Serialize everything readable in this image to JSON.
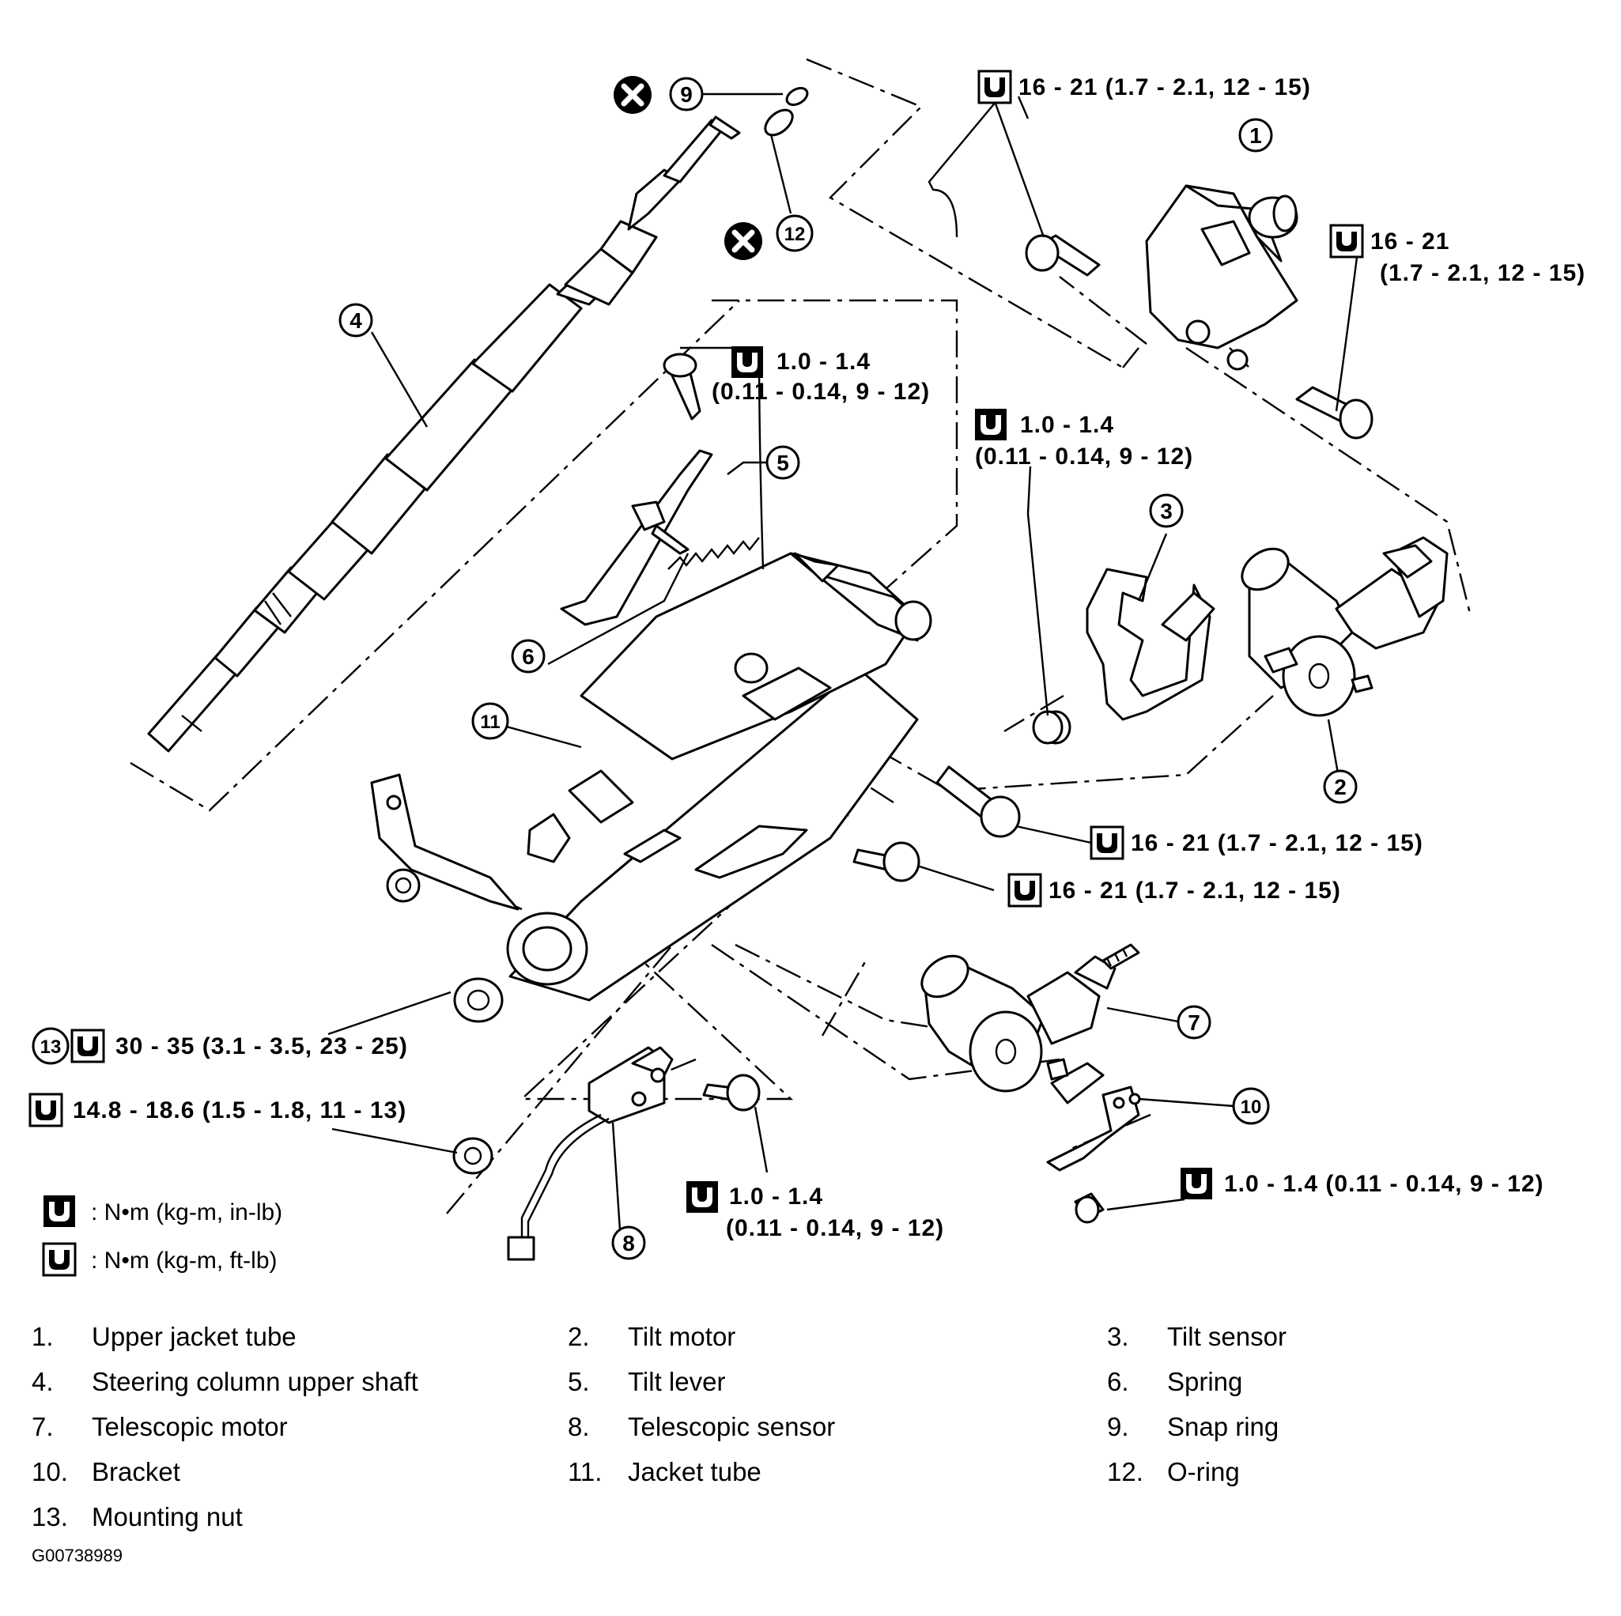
{
  "torque_specs": {
    "t_part1_top": "16 - 21 (1.7 - 2.1, 12 - 15)",
    "t_part1_right_a": "16 - 21",
    "t_part1_right_b": "(1.7 - 2.1, 12 - 15)",
    "t_tilt_lever_a": "1.0 - 1.4",
    "t_tilt_lever_b": "(0.11 - 0.14, 9 - 12)",
    "t_sensor3_a": "1.0 - 1.4",
    "t_sensor3_b": "(0.11 - 0.14, 9 - 12)",
    "t_jacket_upper": "16 - 21 (1.7 - 2.1, 12 - 15)",
    "t_jacket_lower": "16 - 21 (1.7 - 2.1, 12 - 15)",
    "t_mount_nut": "30 - 35 (3.1 - 3.5, 23 - 25)",
    "t_lower_nut": "14.8 - 18.6 (1.5 - 1.8, 11 - 13)",
    "t_sensor8_a": "1.0 - 1.4",
    "t_sensor8_b": "(0.11 - 0.14, 9 - 12)",
    "t_bracket10": "1.0 - 1.4 (0.11 - 0.14, 9 - 12)"
  },
  "callouts": {
    "c1": "1",
    "c2": "2",
    "c3": "3",
    "c4": "4",
    "c5": "5",
    "c6": "6",
    "c7": "7",
    "c8": "8",
    "c9": "9",
    "c10": "10",
    "c11": "11",
    "c12": "12",
    "c13": "13"
  },
  "legend": {
    "inlb": ": N•m (kg-m, in-lb)",
    "ftlb": ": N•m (kg-m, ft-lb)"
  },
  "parts": [
    {
      "num": "1.",
      "label": "Upper jacket tube"
    },
    {
      "num": "2.",
      "label": "Tilt motor"
    },
    {
      "num": "3.",
      "label": "Tilt sensor"
    },
    {
      "num": "4.",
      "label": "Steering column upper shaft"
    },
    {
      "num": "5.",
      "label": "Tilt lever"
    },
    {
      "num": "6.",
      "label": "Spring"
    },
    {
      "num": "7.",
      "label": "Telescopic motor"
    },
    {
      "num": "8.",
      "label": "Telescopic sensor"
    },
    {
      "num": "9.",
      "label": "Snap ring"
    },
    {
      "num": "10.",
      "label": "Bracket"
    },
    {
      "num": "11.",
      "label": "Jacket tube"
    },
    {
      "num": "12.",
      "label": "O-ring"
    },
    {
      "num": "13.",
      "label": "Mounting nut"
    }
  ],
  "figure_id": "G00738989"
}
